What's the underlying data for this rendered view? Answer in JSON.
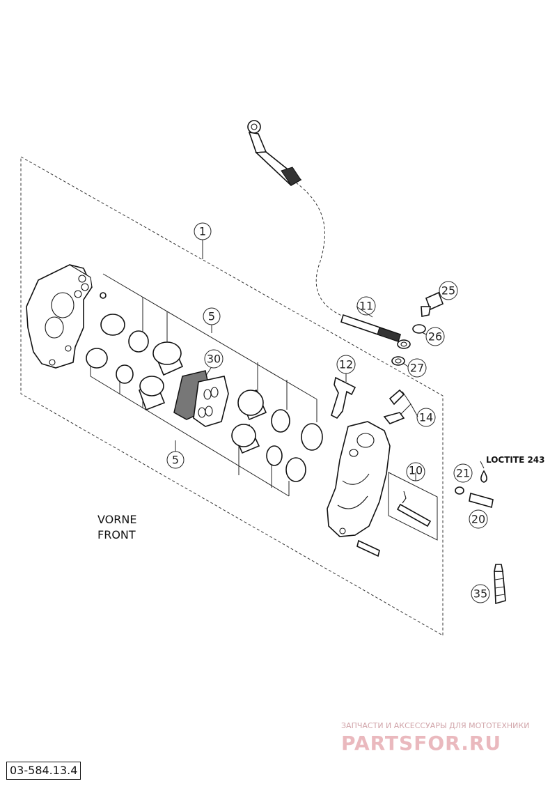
{
  "callouts": {
    "c1": "1",
    "c5a": "5",
    "c5b": "5",
    "c30": "30",
    "c11": "11",
    "c12": "12",
    "c25": "25",
    "c26": "26",
    "c27": "27",
    "c14": "14",
    "c10": "10",
    "c21": "21",
    "c20": "20",
    "c35": "35"
  },
  "labels": {
    "vorne": "VORNE",
    "front": "FRONT",
    "loctite": "LOCTITE 243"
  },
  "drawing_code": "03-584.13.4",
  "watermark": {
    "tagline": "ЗАПЧАСТИ И АКСЕССУАРЫ ДЛЯ МОТОТЕХНИКИ",
    "brand": "PARTSFOR.RU"
  }
}
